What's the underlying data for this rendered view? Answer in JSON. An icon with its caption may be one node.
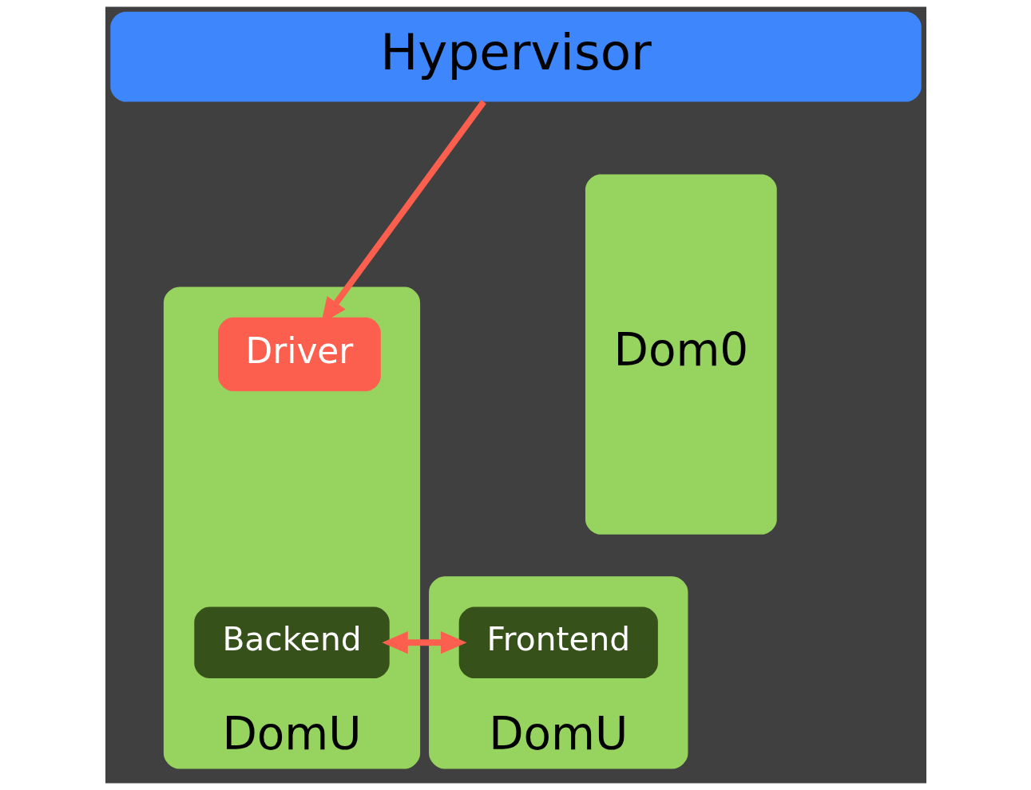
{
  "diagram": {
    "nodes": [
      {
        "text": [
          "Hypervisor"
        ]
      },
      {
        "text": [
          "DomU"
        ]
      },
      {
        "text": [
          "Frontend"
        ],
        "in": 1
      },
      {
        "text": [
          "DomU"
        ]
      },
      {
        "text": [
          "Driver"
        ],
        "in": 3
      },
      {
        "text": [
          "Backend"
        ],
        "in": 3
      },
      {
        "text": [
          "Dom0"
        ]
      }
    ],
    "edges": [
      {
        "from": 0,
        "to": 4,
        "arrow": "to"
      },
      {
        "from": 2,
        "to": 5,
        "arrow": "both"
      }
    ]
  }
}
